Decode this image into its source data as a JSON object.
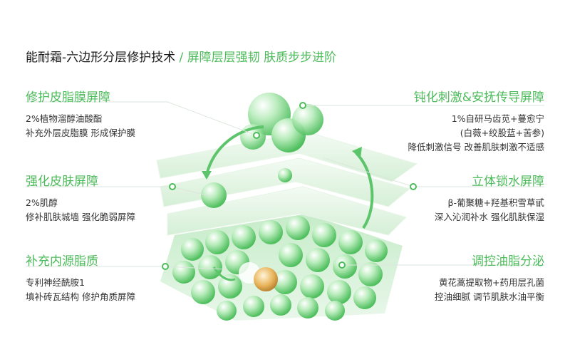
{
  "header": {
    "title_main": "能耐霜-六边形分层修护技术",
    "slash": " / ",
    "title_sub": "屏障层层强韧 肤质步步进阶"
  },
  "left_blocks": [
    {
      "title": "修护皮脂膜屏障",
      "lines": [
        "2%植物溜醇油酸酯",
        "补充外层皮脂膜 形成保护膜"
      ]
    },
    {
      "title": "强化皮肤屏障",
      "lines": [
        "2%肌醇",
        "修补肌肤城墙 强化脆弱屏障"
      ]
    },
    {
      "title": "补充内源脂质",
      "lines": [
        "专利神经酰胺1",
        "填补砖瓦结构 修护角质屏障"
      ]
    }
  ],
  "right_blocks": [
    {
      "title": "钝化刺激&安抚传导屏障",
      "lines": [
        "1%自研马齿苋+蔓愈宁",
        "(白薇+绞股蓝+苦参)",
        "降低刺激信号 改善肌肤刺激不适感"
      ]
    },
    {
      "title": "立体锁水屏障",
      "lines": [
        "β-葡聚糖+羟基积雪草甙",
        "深入沁润补水  强化肌肤保湿"
      ]
    },
    {
      "title": "调控油脂分泌",
      "lines": [
        "黄花蒿提取物+药用层孔菌",
        "控油细腻 调节肌肤水油平衡"
      ]
    }
  ],
  "colors": {
    "accent": "#4cbb5a",
    "light_green": "#c9eccb",
    "bubble": "#9fe0a3"
  }
}
